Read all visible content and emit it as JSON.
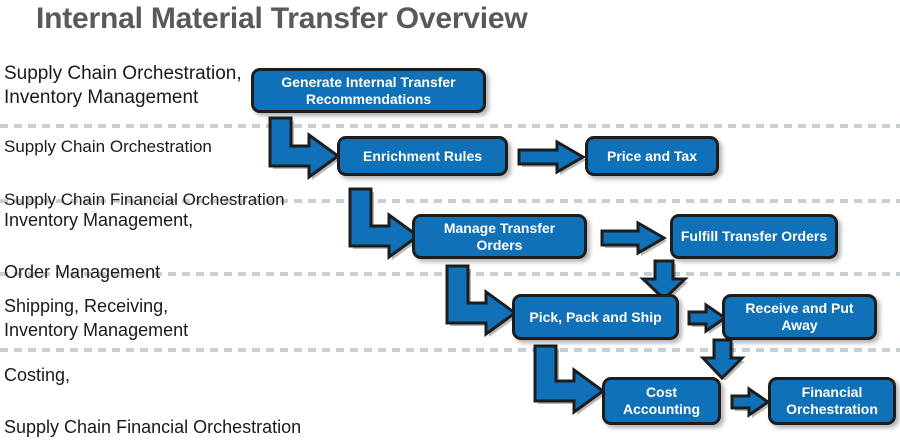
{
  "diagram": {
    "title": "Internal Material Transfer Overview",
    "title_color": "#595959",
    "accent_color": "#1071b8",
    "outline_color": "#1d1d1d",
    "divider_color": "#c7ced4",
    "lanes": [
      {
        "id": "lane-supply-chain-inventory",
        "label": "Supply Chain Orchestration,\nInventory Management"
      },
      {
        "id": "lane-supply-chain-financial",
        "label": "Supply Chain Orchestration\n\nSupply Chain Financial Orchestration"
      },
      {
        "id": "lane-inventory-order",
        "label": "Inventory Management,\n\nOrder Management"
      },
      {
        "id": "lane-shipping-receiving",
        "label": "Shipping, Receiving,\nInventory Management"
      },
      {
        "id": "lane-costing-financial",
        "label": "Costing,\n\nSupply Chain Financial Orchestration"
      }
    ],
    "nodes": [
      {
        "id": "generate-internal-transfer-recommendations",
        "label": "Generate Internal Transfer Recommendations"
      },
      {
        "id": "enrichment-rules",
        "label": "Enrichment Rules"
      },
      {
        "id": "price-and-tax",
        "label": "Price and Tax"
      },
      {
        "id": "manage-transfer-orders",
        "label": "Manage Transfer Orders"
      },
      {
        "id": "fulfill-transfer-orders",
        "label": "Fulfill Transfer Orders"
      },
      {
        "id": "pick-pack-and-ship",
        "label": "Pick, Pack and Ship"
      },
      {
        "id": "receive-and-put-away",
        "label": "Receive and Put Away"
      },
      {
        "id": "cost-accounting",
        "label": "Cost Accounting"
      },
      {
        "id": "financial-orchestration",
        "label": "Financial Orchestration"
      }
    ],
    "connectors": [
      {
        "id": "elbow-recommendations-to-enrichment",
        "type": "elbow-down-right"
      },
      {
        "id": "arrow-enrichment-to-price-and-tax",
        "type": "right"
      },
      {
        "id": "elbow-enrichment-to-manage-transfer-orders",
        "type": "elbow-down-right"
      },
      {
        "id": "arrow-manage-to-fulfill-transfer-orders",
        "type": "right"
      },
      {
        "id": "elbow-manage-to-pick-pack-and-ship",
        "type": "elbow-down-right"
      },
      {
        "id": "arrow-fulfill-to-receive-and-put-away",
        "type": "down"
      },
      {
        "id": "arrow-pick-pack-to-receive-and-put-away",
        "type": "right"
      },
      {
        "id": "elbow-pick-pack-to-cost-accounting",
        "type": "elbow-down-right"
      },
      {
        "id": "arrow-receive-to-financial-orchestration",
        "type": "down"
      },
      {
        "id": "arrow-cost-accounting-to-financial-orchestration",
        "type": "right"
      }
    ]
  }
}
